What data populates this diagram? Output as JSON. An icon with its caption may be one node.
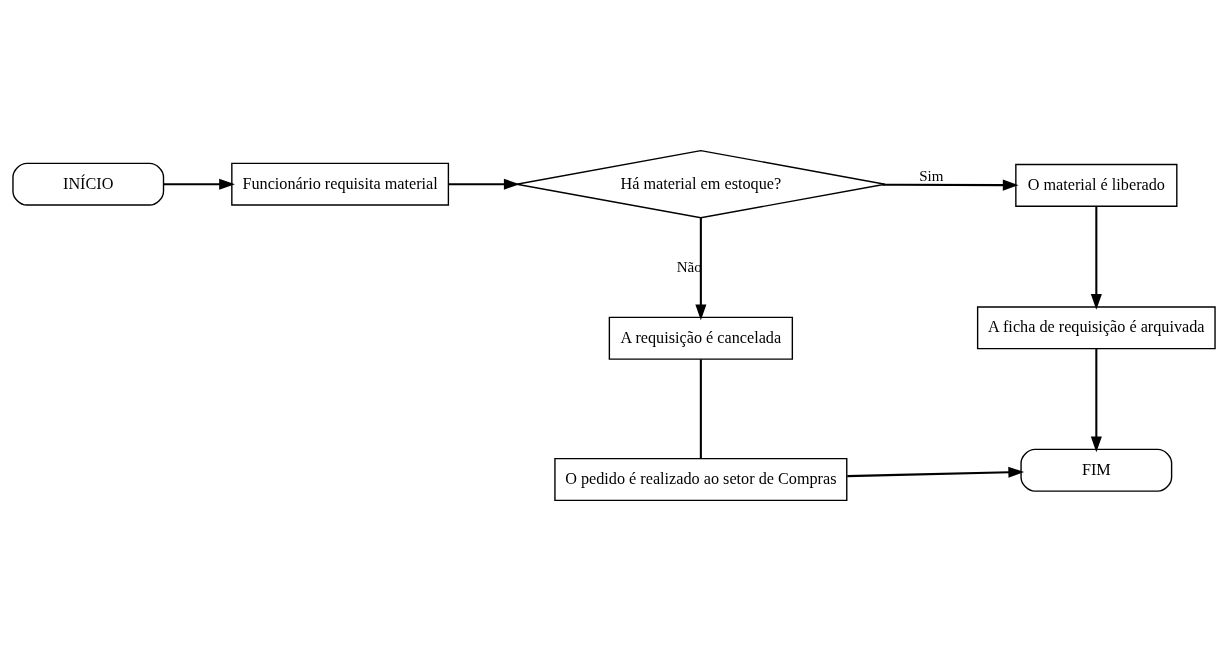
{
  "diagram": {
    "nodes": [
      {
        "text": [
          "INÍCIO"
        ]
      },
      {
        "text": [
          "Funcionário requisita material"
        ]
      },
      {
        "text": [
          "Há material em estoque?"
        ]
      },
      {
        "text": [
          "O material é liberado"
        ]
      },
      {
        "text": [
          "A ficha de requisição é arquivada"
        ]
      },
      {
        "text": [
          "A requisição é cancelada"
        ]
      },
      {
        "text": [
          "O pedido é realizado ao setor de Compras"
        ]
      },
      {
        "text": [
          "FIM"
        ]
      }
    ],
    "edges": [
      {
        "from": 0,
        "to": 1,
        "arrow": "to"
      },
      {
        "from": 1,
        "to": 2,
        "arrow": "to"
      },
      {
        "from": 2,
        "to": 3,
        "arrow": "to",
        "label": "Sim"
      },
      {
        "from": 3,
        "to": 4,
        "arrow": "to"
      },
      {
        "from": 4,
        "to": 7,
        "arrow": "to"
      },
      {
        "from": 2,
        "to": 5,
        "arrow": "to",
        "label": "Não"
      },
      {
        "from": 5,
        "to": 6,
        "arrow": "none"
      },
      {
        "from": 6,
        "to": 7,
        "arrow": "to"
      }
    ]
  }
}
